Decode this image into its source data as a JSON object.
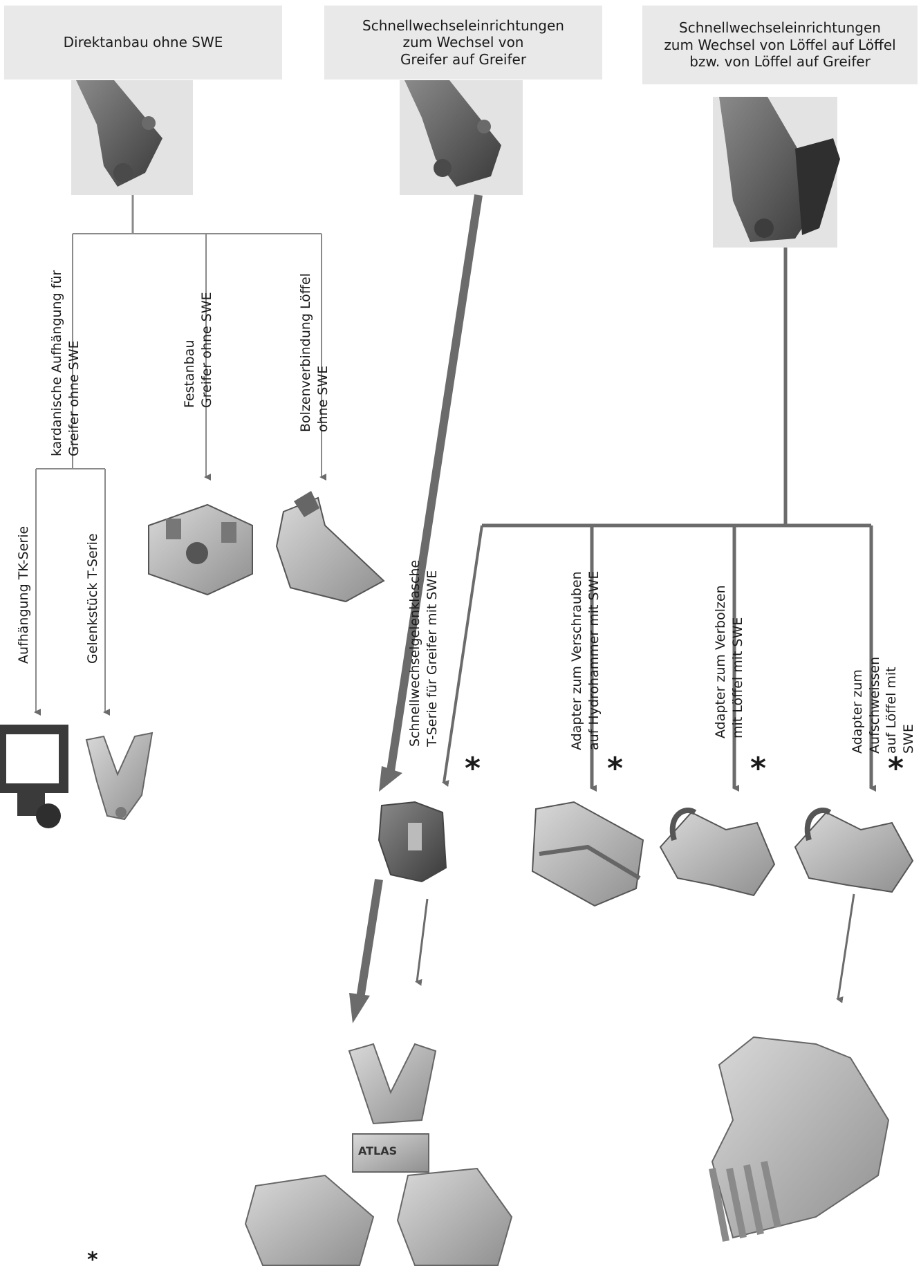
{
  "headers": {
    "direct": "Direktanbau ohne SWE",
    "gripper_swap": "Schnellwechseleinrichtungen\nzum Wechsel von\nGreifer auf Greifer",
    "bucket_swap": "Schnellwechseleinrichtungen\nzum Wechsel von Löffel auf Löffel\nbzw. von Löffel auf Greifer"
  },
  "labels": {
    "kardanisch": "kardanische Aufhängung für\nGreifer ohne SWE",
    "festanbau": "Festanbau\nGreifer ohne SWE",
    "bolzen": "Bolzenverbindung Löffel\nohne SWE",
    "tk_serie": "Aufhängung TK-Serie",
    "t_serie": "Gelenkstück T-Serie",
    "schnellwechsel": "Schnellwechselgelenklasche\nT-Serie für Greifer mit SWE",
    "verschrauben": "Adapter zum Verschrauben\nauf Hydrohammer mit SWE",
    "verbolzen": "Adapter zum Verbolzen\nmit Löffel mit SWE",
    "aufschweissen": "Adapter zum Aufschweissen\nauf Löffel mit SWE"
  },
  "asterisk": "*",
  "grab_brand": "ATLAS",
  "colors": {
    "line": "#6b6b6b",
    "header_bg": "#e9e9e9",
    "part": "#9a9a9a",
    "part_dark": "#3a3a3a"
  }
}
